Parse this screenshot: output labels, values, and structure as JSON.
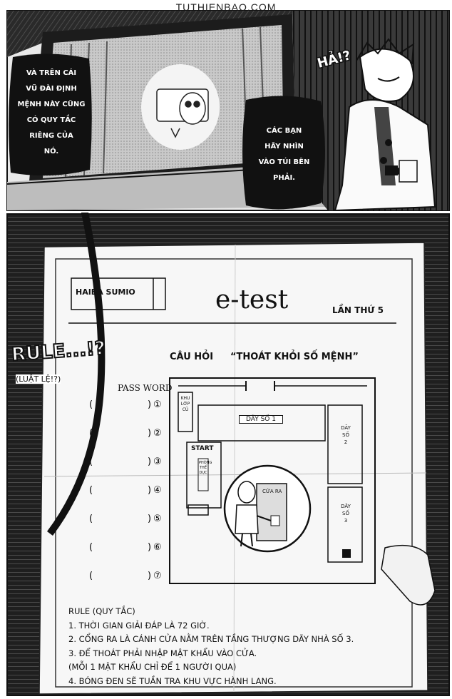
{
  "watermark": "TUTHIENBAO.COM",
  "panel_top": {
    "bubble_left": [
      "VÀ TRÊN CÁI",
      "VŨ ĐÀI ĐỊNH",
      "MỆNH NÀY CŨNG",
      "CÓ QUY TẮC",
      "RIÊNG CỦA",
      "NÓ."
    ],
    "bubble_right": [
      "CÁC BẠN",
      "HÃY NHÌN",
      "VÀO TÚI BÊN",
      "PHẢI."
    ],
    "sfx": "HẢ!?"
  },
  "panel_bottom": {
    "sfx_rule": "RULE...!?",
    "sfx_rule_sub": "(LUẬT LỆ!?)",
    "paper": {
      "name_box": "HAIBA SUMIO",
      "title": "e-test",
      "attempt": "LẦN THỨ 5",
      "question_prefix": "CÂU HỎI",
      "question": "“THOÁT KHỎI SỐ MỆNH”",
      "password_label": "PASS WORD",
      "password_slots": [
        "①",
        "②",
        "③",
        "④",
        "⑤",
        "⑥",
        "⑦"
      ],
      "map": {
        "classroom": "KHU LỚP CŨ",
        "row1": "DÃY SỐ 1",
        "row2": "DÃY SỐ 2",
        "row3": "DÃY SỐ 3",
        "start": "START",
        "room": "PHÒNG THỂ DỤC",
        "exit": "CỬA RA"
      },
      "rules_title": "RULE (QUY TẮC)",
      "rules": [
        "1. THỜI GIAN GIẢI ĐÁP LÀ 72 GIỜ.",
        "2. CỔNG RA LÀ CÁNH CỬA NẰM TRÊN TẦNG THƯỢNG DÃY NHÀ SỐ 3.",
        "3. ĐỂ THOÁT PHẢI NHẬP MẬT KHẨU VÀO CỬA.",
        "(MỖI 1 MẬT KHẨU CHỈ ĐỂ 1 NGƯỜI QUA)",
        "4. BÓNG ĐEN SẼ TUẦN TRA KHU VỰC HÀNH LANG."
      ]
    }
  }
}
